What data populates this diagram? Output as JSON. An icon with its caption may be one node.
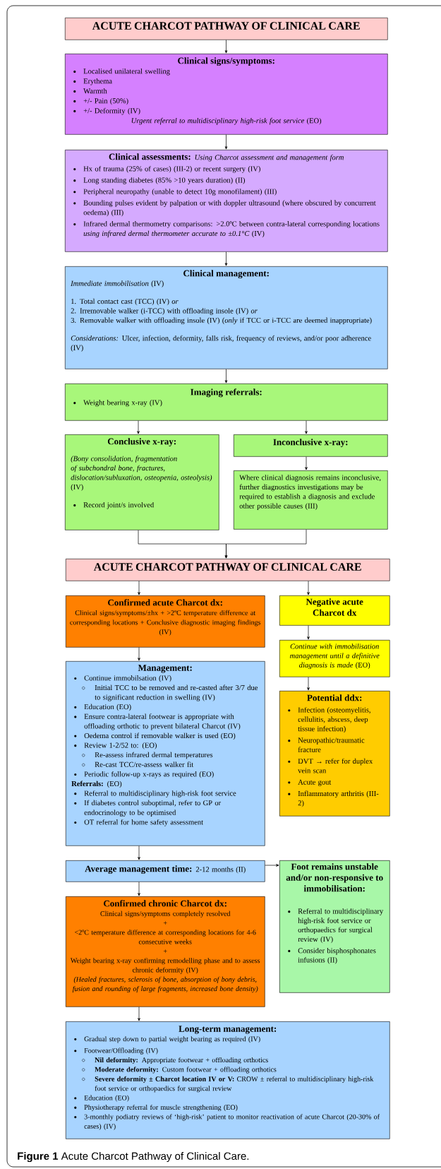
{
  "diagram": {
    "caption": "**Figure 1** Acute Charcot Pathway of Clinical Care.",
    "nodes": [
      {
        "text": [
          "ACUTE CHARCOT PATHWAY OF CLINICAL CARE"
        ]
      },
      {
        "text": [
          "Clinical signs/symptoms:",
          "Localised unilateral swelling",
          "Erythema",
          "Warmth",
          "+/- Pain (50%)",
          "+/- Deformity (IV)",
          "*Urgent referral to multidisciplinary high-risk foot service* (EO)"
        ]
      },
      {
        "text": [
          "Clinical assessments:",
          "Using Charcot assessment and management form",
          "Hx of trauma (25% of cases) (III-2) or recent surgery (IV)",
          "Long standing diabetes (85% >10 years duration) (II)",
          "Peripheral neuropathy (unable to detect 10g monofilament) (III)",
          "Bounding pulses evident by palpation or with doppler ultrasound (where obscured by concurrent oedema) (III)",
          "Infrared dermal thermometry comparisons: >2.0ºC between contra-lateral corresponding locations *using infrared dermal thermometer accurate to ±0.1°C* (IV)"
        ]
      },
      {
        "text": [
          "Clinical management:",
          "*Immediate immobilisation* (IV)",
          "1. Total contact cast (TCC) (IV) *or*",
          "2. Irremovable walker (i-TCC) with offloading insole (IV) *or*",
          "3. Removable walker with offloading insole (IV) (*only* if TCC or i-TCC are deemed inappropriate)",
          "*Considerations:* Ulcer, infection, deformity, falls risk, frequency of reviews, and/or poor adherence (IV)"
        ]
      },
      {
        "text": [
          "Imaging referrals:",
          "Weight bearing x-ray (IV)"
        ]
      },
      {
        "text": [
          "Conclusive x-ray:",
          "*(Bony consolidation, fragmentation of subchondral bone, fractures, dislocation/subluxation, osteopenia, osteolysis)* (IV)",
          "Record joint/s involved"
        ]
      },
      {
        "text": [
          "Inconclusive x-ray:"
        ]
      },
      {
        "text": [
          "Where clinical diagnosis remains inconclusive, further diagnostics investigations may be required to establish a diagnosis and exclude other possible causes (III)"
        ]
      },
      {
        "text": [
          "ACUTE CHARCOT PATHWAY OF CLINICAL CARE"
        ]
      },
      {
        "text": [
          "Confirmed acute Charcot dx:",
          "Clinical signs/symptoms/±hx + >2ºC temperature difference at corresponding locations + Conclusive diagnostic imaging findings (IV)"
        ]
      },
      {
        "text": [
          "Negative acute Charcot dx"
        ]
      },
      {
        "text": [
          "*Continue with immobilisation management until a definitive diagnosis is made* (EO)"
        ]
      },
      {
        "text": [
          "Potential ddx:",
          "Infection (osteomyelitis, cellulitis, abscess, deep tissue infection)",
          "Neuropathic/traumatic fracture",
          "DVT → refer for duplex vein scan",
          "Acute gout",
          "Inflammatory arthritis (III-2)"
        ]
      },
      {
        "text": [
          "Management:",
          "Continue immobilsation (IV)",
          "Initial TCC to be removed and re-casted after 3/7 due to significant reduction in swelling (IV)",
          "Education (EO)",
          "Ensure contra-lateral footwear is appropriate with offloading orthotic to prevent bilateral Charcot (IV)",
          "Oedema control if removable walker is used (EO)",
          "Review 1-2/52 to: (EO)",
          "Re-assess infrared dermal temperatures",
          "Re-cast TCC/re-assess walker fit",
          "Periodic follow-up x-rays as required (EO)",
          "**Referrals:** (EO)",
          "Referral to multidisciplinary high-risk foot service",
          "If diabetes control suboptimal, refer to GP or endocrinology to be optimised",
          "OT referral for home safety assessment"
        ]
      },
      {
        "text": [
          "Average management time:",
          "2-12 months (II)"
        ]
      },
      {
        "text": [
          "Foot remains unstable and/or non-responsive to immobilisation:",
          "Referral to multidisciplinary high-risk foot service or orthopaedics for surgical review (IV)",
          "Consider bisphosphonates infusions (II)"
        ]
      },
      {
        "text": [
          "Confirmed chronic Charcot dx:",
          "Clinical signs/symptoms completely resolved",
          "+",
          "<2ºC temperature difference at corresponding locations for 4-6 consecutive weeks",
          "+",
          "Weight bearing x-ray confirming remodelling phase and to assess chronic deformity (IV)",
          "(Healed fractures, sclerosis of bone, absorption of bony debris, fusion and rounding of large fragments, increased bone density)"
        ]
      },
      {
        "text": [
          "Long-term management:",
          "Gradual step down to partial weight bearing as required (IV)",
          "Footwear/Offloading (IV)",
          "**Nil deformity:** Appropriate footwear + offloading orthotics",
          "**Moderate deformity:** Custom footwear + offloading orthotics",
          "**Severe deformity ± Charcot location IV or V:** CROW ± referral to multidisciplinary high-risk foot service or orthopaedics for surgical review",
          "Education (EO)",
          "Physiotherapy referral for muscle strengthening (EO)",
          "3-monthly podiatry reviews of ‘high-risk’ patient to monitor reactivation of acute Charcot (20-30% of cases) (IV)"
        ]
      }
    ],
    "edges": [
      {
        "from": 0,
        "to": 1,
        "arrow": "to"
      },
      {
        "from": 1,
        "to": 2,
        "arrow": "to"
      },
      {
        "from": 2,
        "to": 3,
        "arrow": "to"
      },
      {
        "from": 3,
        "to": 4,
        "arrow": "to"
      },
      {
        "from": 4,
        "to": 5,
        "arrow": "to"
      },
      {
        "from": 4,
        "to": 6,
        "arrow": "to"
      },
      {
        "from": 6,
        "to": 7,
        "arrow": "to"
      },
      {
        "from": 5,
        "to": 8,
        "arrow": "to"
      },
      {
        "from": 7,
        "to": 8,
        "arrow": "to"
      },
      {
        "from": 8,
        "to": 9,
        "arrow": "to"
      },
      {
        "from": 8,
        "to": 10,
        "arrow": "to"
      },
      {
        "from": 10,
        "to": 11,
        "arrow": "to"
      },
      {
        "from": 11,
        "to": 12,
        "arrow": "to"
      },
      {
        "from": 9,
        "to": 13,
        "arrow": "to"
      },
      {
        "from": 13,
        "to": 14,
        "arrow": "to"
      },
      {
        "from": 14,
        "to": 15,
        "arrow": "to"
      },
      {
        "from": 14,
        "to": 16,
        "arrow": "to"
      },
      {
        "from": 16,
        "to": 17,
        "arrow": "to"
      }
    ]
  }
}
